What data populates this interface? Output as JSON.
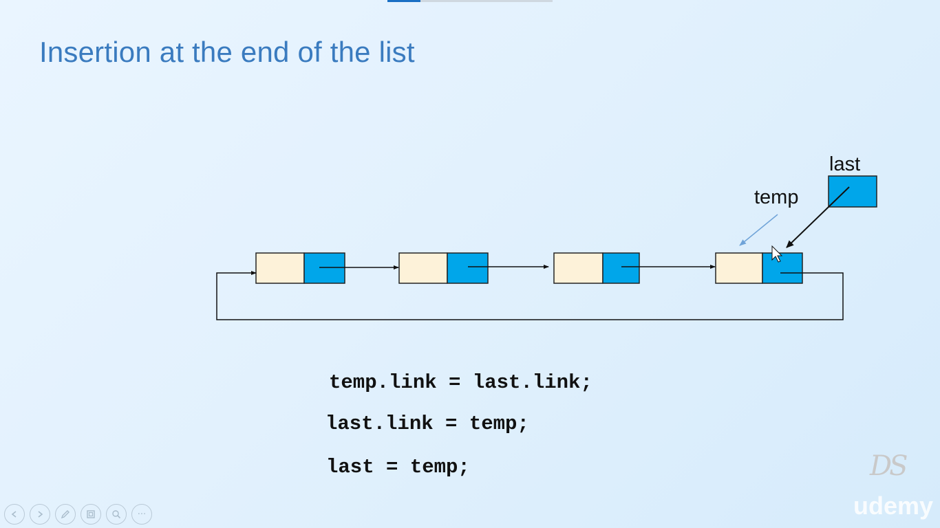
{
  "slide": {
    "title": "Insertion at the end of the list",
    "progress_fraction": 0.2
  },
  "diagram": {
    "labels": {
      "last": "last",
      "temp": "temp"
    },
    "node_count": 4,
    "colors": {
      "data_part": "#fdf2d9",
      "link_part": "#00a6ea",
      "arrow": "#111111",
      "temp_arrow": "#6fa3d8"
    }
  },
  "code": {
    "line1": "temp.link = last.link;",
    "line2": "last.link = temp;",
    "line3": "last = temp;"
  },
  "controls": {
    "prev_icon": "previous-icon",
    "next_icon": "next-icon",
    "pen_icon": "pen-icon",
    "slides_icon": "slides-icon",
    "zoom_icon": "zoom-icon",
    "more_icon": "more-icon",
    "more_glyph": "···"
  },
  "watermark": {
    "ds": "DS",
    "brand": "udemy"
  }
}
